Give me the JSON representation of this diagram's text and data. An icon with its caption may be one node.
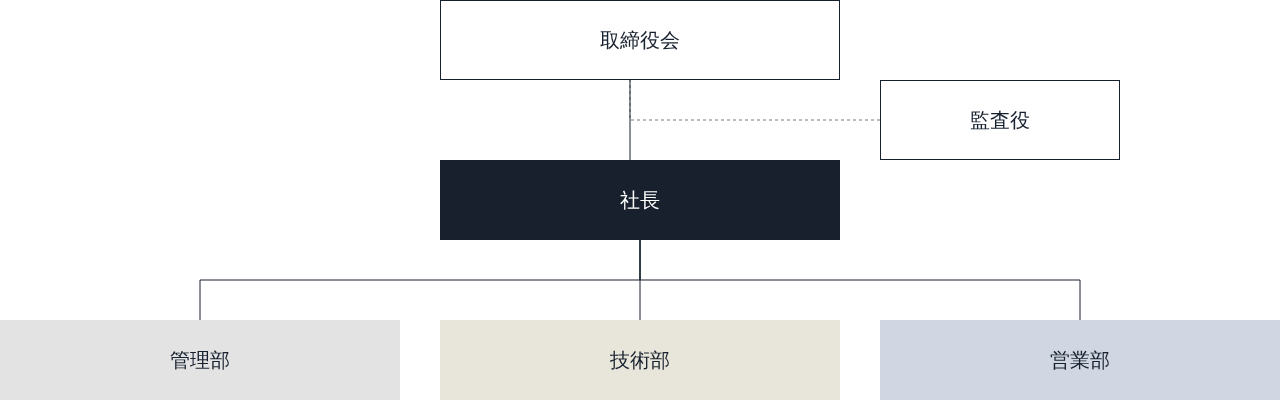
{
  "diagram": {
    "nodes": [
      {
        "text": [
          "取締役会"
        ]
      },
      {
        "text": [
          "監査役"
        ]
      },
      {
        "text": [
          "社長"
        ]
      },
      {
        "text": [
          "管理部"
        ]
      },
      {
        "text": [
          "技術部"
        ]
      },
      {
        "text": [
          "営業部"
        ]
      }
    ],
    "edges": [
      {
        "from": 0,
        "to": 2,
        "arrow": "none"
      },
      {
        "from": 1,
        "to": 0,
        "arrow": "none",
        "style": "dashed",
        "color": "#777777"
      },
      {
        "from": 2,
        "to": 3,
        "arrow": "none"
      },
      {
        "from": 2,
        "to": 4,
        "arrow": "none"
      },
      {
        "from": 2,
        "to": 5,
        "arrow": "none"
      }
    ]
  }
}
